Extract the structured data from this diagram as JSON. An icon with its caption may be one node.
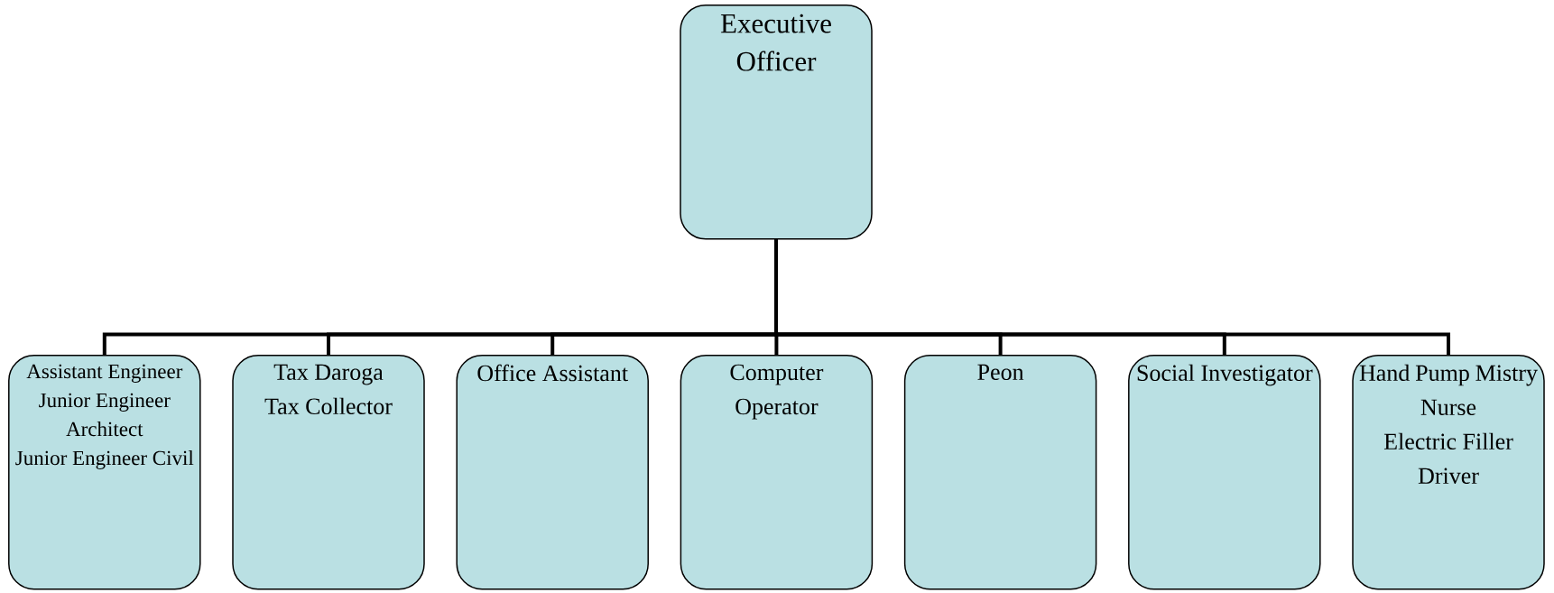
{
  "diagram": {
    "nodes": [
      {
        "text": [
          "Executive Officer"
        ]
      },
      {
        "text": [
          "Assistant Engineer",
          "Junior Engineer Architect",
          "Junior Engineer Civil"
        ]
      },
      {
        "text": [
          "Tax Daroga",
          "Tax Collector"
        ]
      },
      {
        "text": [
          "Office Assistant"
        ]
      },
      {
        "text": [
          "Computer Operator"
        ]
      },
      {
        "text": [
          "Peon"
        ]
      },
      {
        "text": [
          "Social Investigator"
        ]
      },
      {
        "text": [
          "Hand Pump Mistry",
          "Nurse",
          "Electric Filler",
          "Driver"
        ]
      }
    ],
    "edges": [
      {
        "from": 0,
        "to": 1,
        "arrow": "none"
      },
      {
        "from": 0,
        "to": 2,
        "arrow": "none"
      },
      {
        "from": 0,
        "to": 3,
        "arrow": "none"
      },
      {
        "from": 0,
        "to": 4,
        "arrow": "none"
      },
      {
        "from": 0,
        "to": 5,
        "arrow": "none"
      },
      {
        "from": 0,
        "to": 6,
        "arrow": "none"
      },
      {
        "from": 0,
        "to": 7,
        "arrow": "none"
      }
    ]
  }
}
